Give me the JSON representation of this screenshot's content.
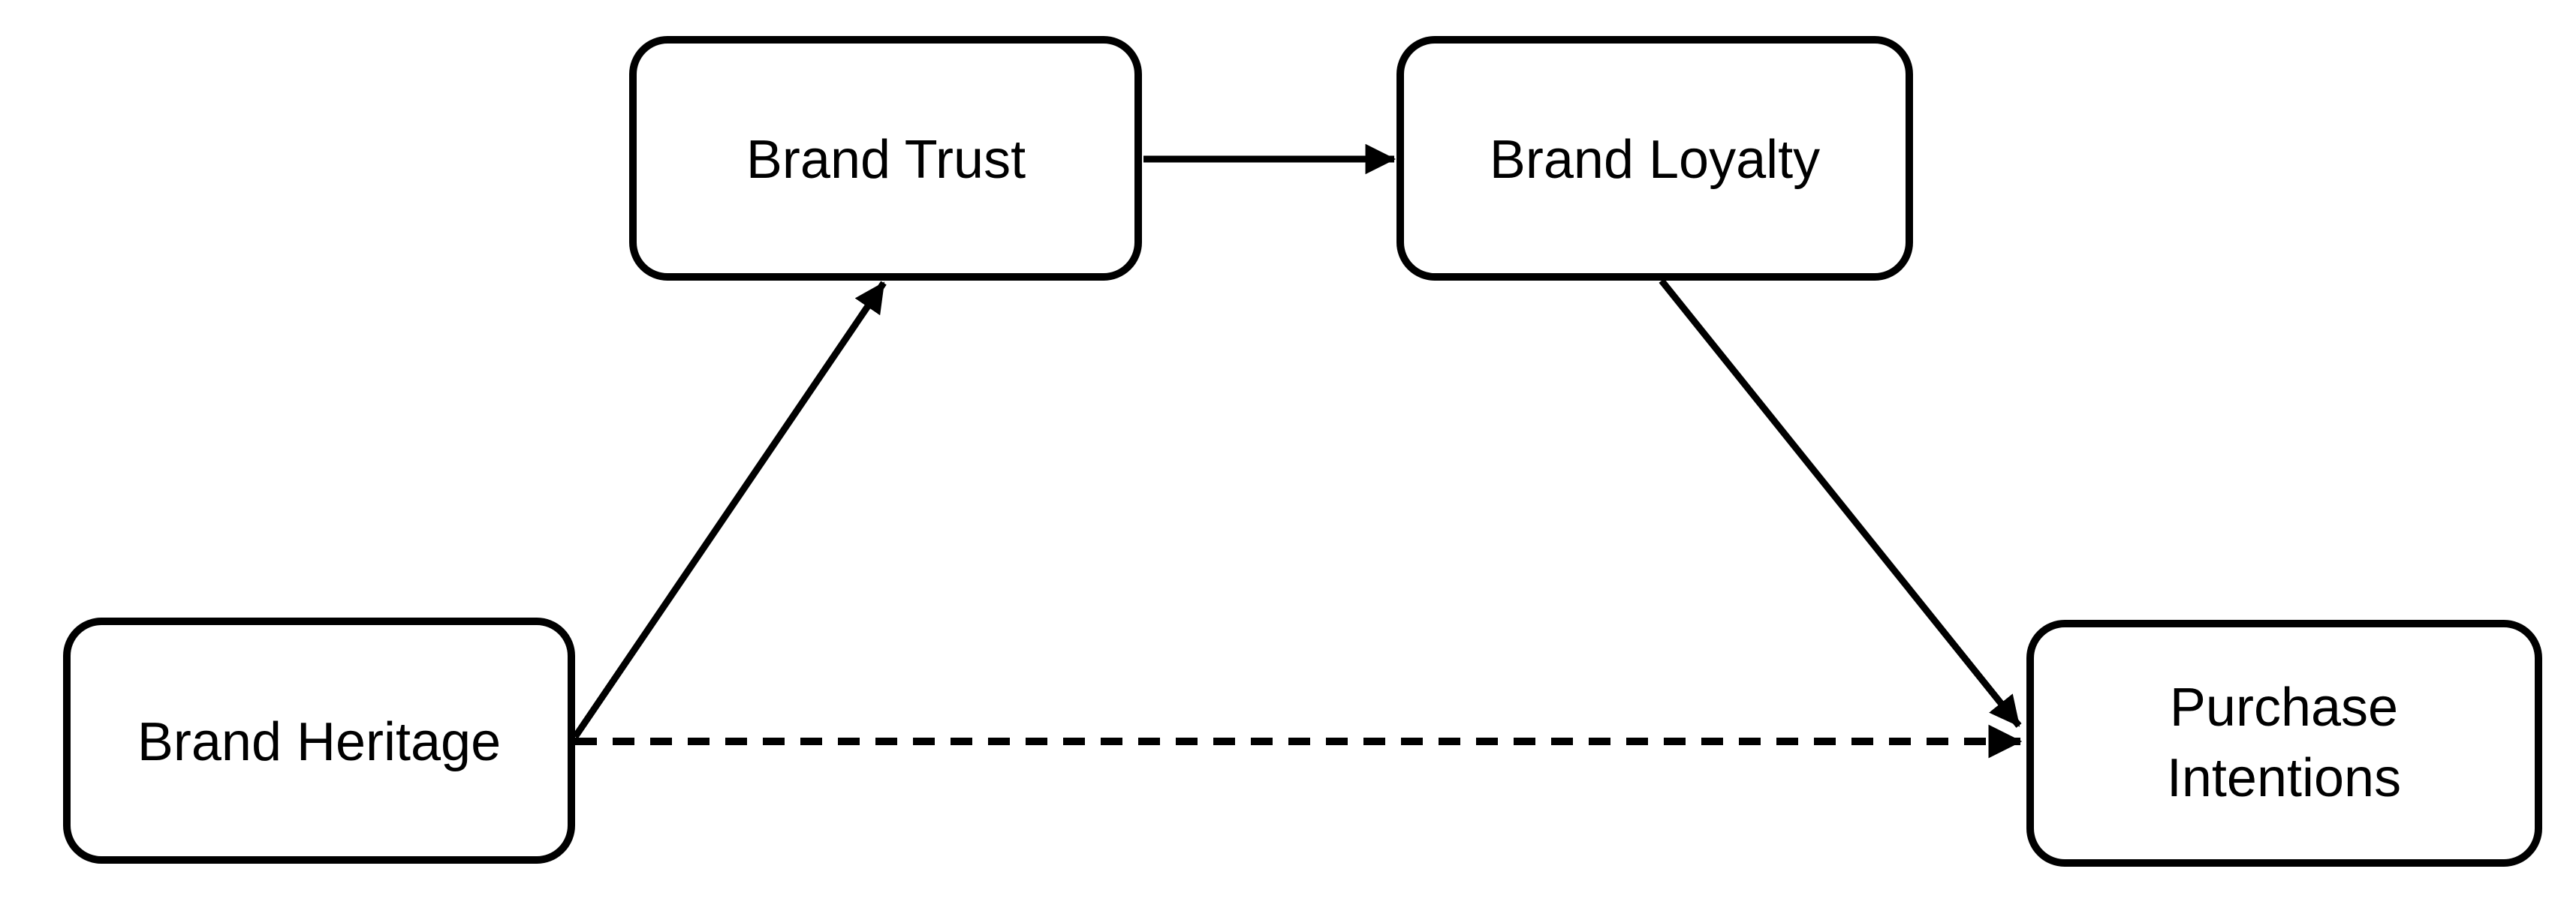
{
  "diagram": {
    "type": "mediation-path-model",
    "background_color": "#ffffff",
    "line_color": "#000000",
    "text_color": "#000000",
    "nodes": [
      {
        "id": "brand-heritage",
        "label": "Brand Heritage"
      },
      {
        "id": "brand-trust",
        "label": "Brand Trust"
      },
      {
        "id": "brand-loyalty",
        "label": "Brand Loyalty"
      },
      {
        "id": "purchase-intentions",
        "label": "Purchase Intentions",
        "label_lines": [
          "Purchase",
          "Intentions"
        ]
      }
    ],
    "edges": [
      {
        "from": "Brand Heritage",
        "to": "Brand Trust",
        "style": "solid",
        "arrow": "triangle"
      },
      {
        "from": "Brand Trust",
        "to": "Brand Loyalty",
        "style": "solid",
        "arrow": "triangle"
      },
      {
        "from": "Brand Loyalty",
        "to": "Purchase Intentions",
        "style": "solid",
        "arrow": "triangle"
      },
      {
        "from": "Brand Heritage",
        "to": "Purchase Intentions",
        "style": "dashed",
        "arrow": "triangle"
      }
    ]
  }
}
